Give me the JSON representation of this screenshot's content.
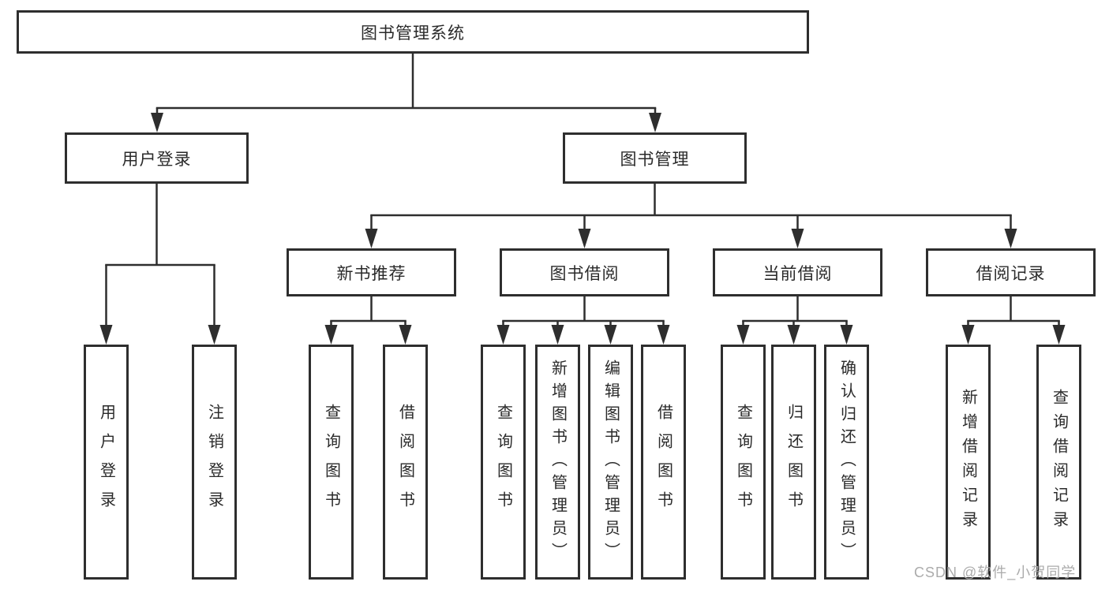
{
  "tree": {
    "root": {
      "label": "图书管理系统"
    },
    "branches": [
      {
        "label": "用户登录",
        "children": [
          {
            "label": "用户登录"
          },
          {
            "label": "注销登录"
          }
        ]
      },
      {
        "label": "图书管理",
        "groups": [
          {
            "label": "新书推荐",
            "children": [
              {
                "label": "查询图书"
              },
              {
                "label": "借阅图书"
              }
            ]
          },
          {
            "label": "图书借阅",
            "children": [
              {
                "label": "查询图书"
              },
              {
                "label": "新增图书（管理员）"
              },
              {
                "label": "编辑图书（管理员）"
              },
              {
                "label": "借阅图书"
              }
            ]
          },
          {
            "label": "当前借阅",
            "children": [
              {
                "label": "查询图书"
              },
              {
                "label": "归还图书"
              },
              {
                "label": "确认归还（管理员）"
              }
            ]
          },
          {
            "label": "借阅记录",
            "children": [
              {
                "label": "新增借阅记录"
              },
              {
                "label": "查询借阅记录"
              }
            ]
          }
        ]
      }
    ]
  },
  "watermark": "CSDN @软件_小贺同学",
  "colors": {
    "line": "#2e2e2e",
    "text": "#2a2a2a",
    "box_background": "#ffffff",
    "page_background": "#ffffff",
    "watermark": "#ababab"
  }
}
